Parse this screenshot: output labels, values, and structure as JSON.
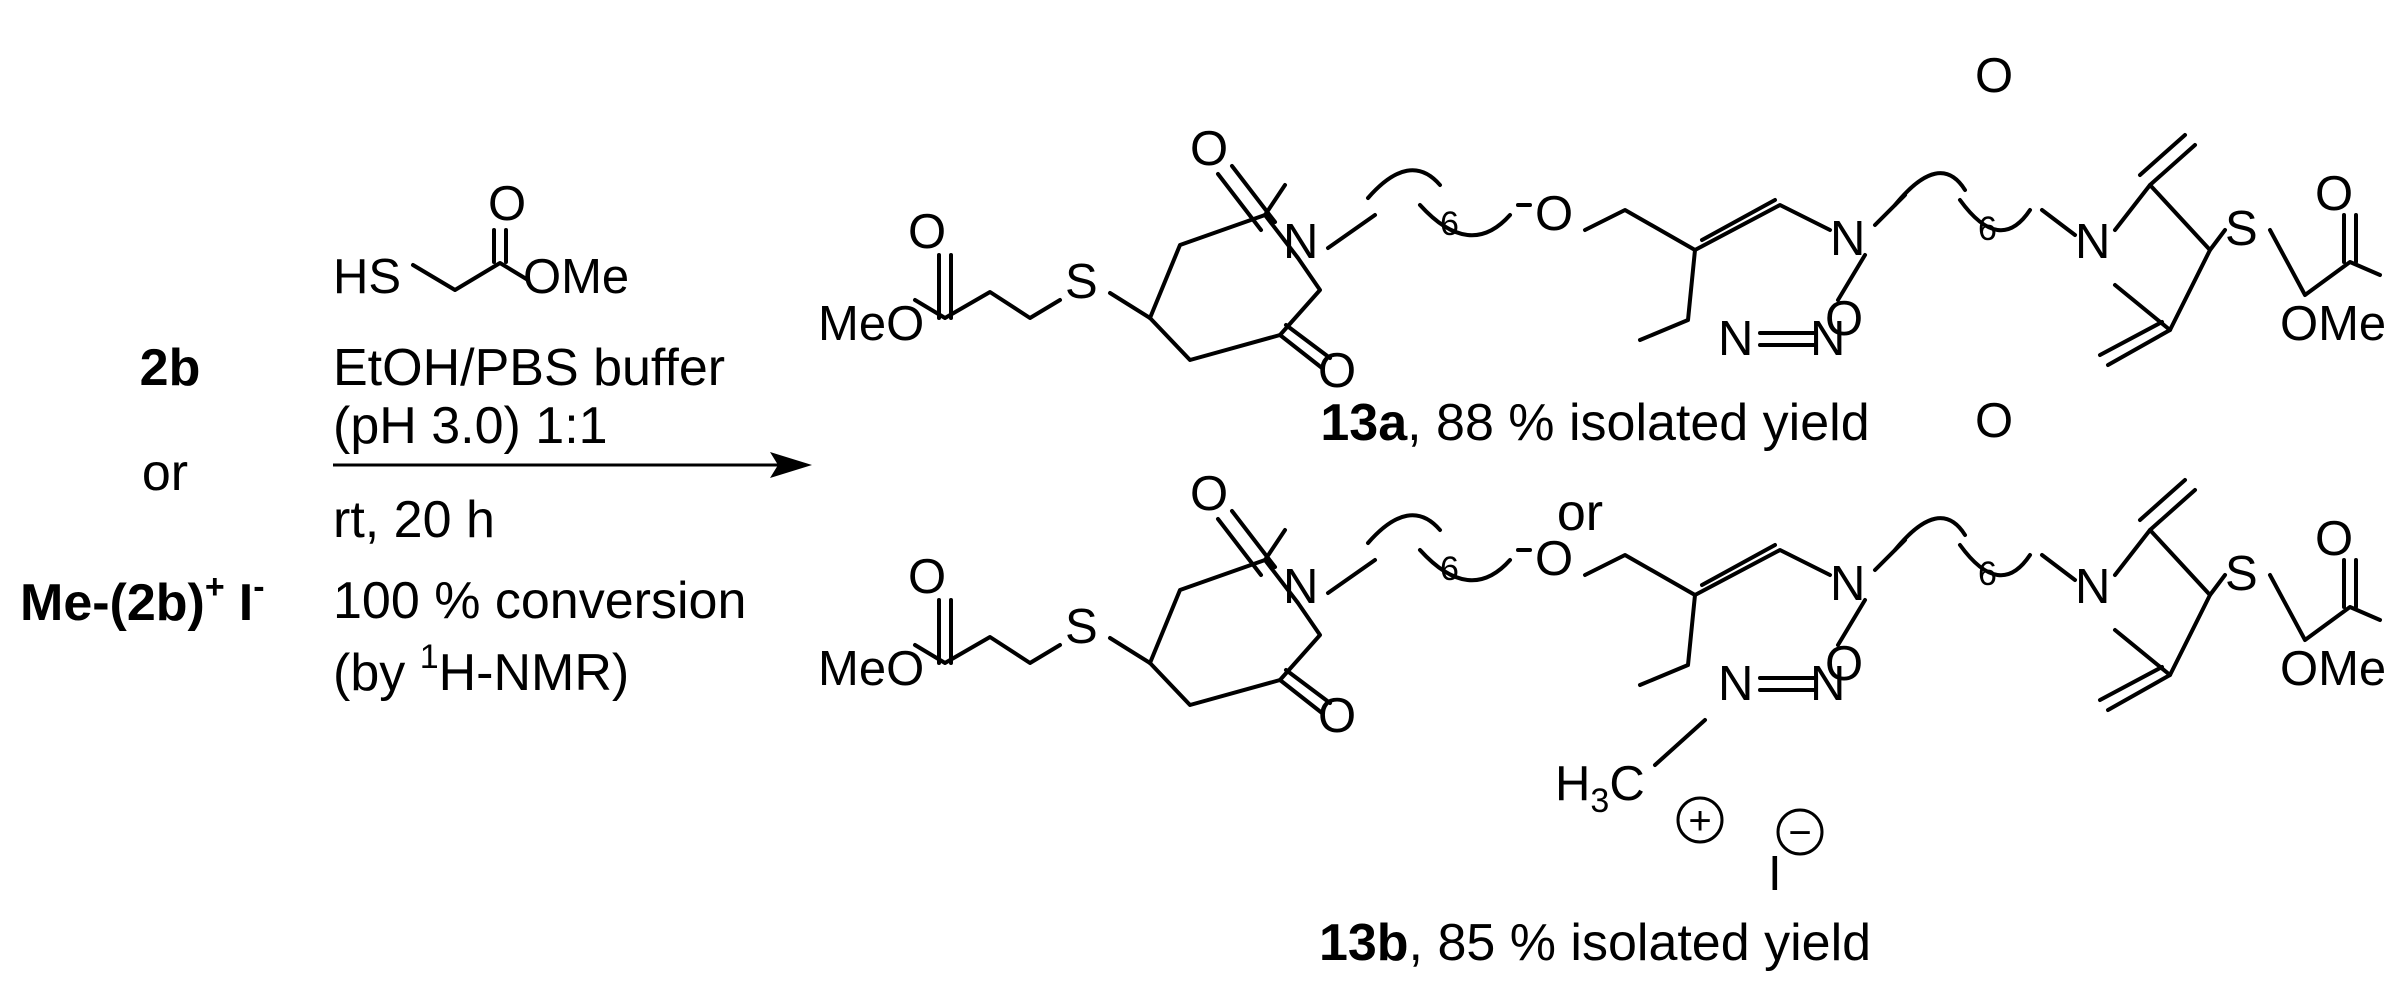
{
  "reactants": {
    "first": "2b",
    "or": "or",
    "second_main": "Me-(2b)",
    "second_charge": "+",
    "second_anion": "I",
    "second_anion_charge": "-"
  },
  "reagent_structure": {
    "hs": "HS",
    "carbonyl_o": "O",
    "ome": "OMe"
  },
  "conditions": {
    "solvent": "EtOH/PBS buffer",
    "ph": "(pH 3.0) 1:1",
    "time": "rt, 20 h",
    "conversion": "100 % conversion",
    "method_prefix": "(by ",
    "method_sup": "1",
    "method_suffix": "H-NMR)"
  },
  "atoms": {
    "O": "O",
    "S": "S",
    "N": "N",
    "MeO": "MeO",
    "OMe": "OMe",
    "six": "6",
    "H": "H",
    "three": "3",
    "C": "C",
    "plus": "+",
    "minus": "−",
    "iodide": "I"
  },
  "products": {
    "p13a_label": "13a",
    "p13a_yield": ", 88 % isolated yield",
    "or": "or",
    "p13b_label": "13b",
    "p13b_yield": ", 85 % isolated yield"
  }
}
